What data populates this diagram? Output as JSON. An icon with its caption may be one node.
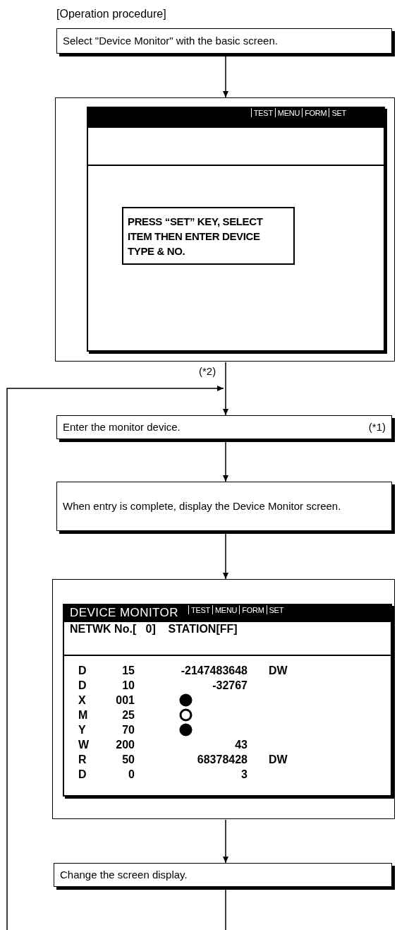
{
  "diagram": {
    "title": "[Operation procedure]",
    "nodes": [
      {
        "text": [
          "Select \"Device Monitor\" with the basic screen."
        ]
      },
      {
        "text": [],
        "shape": "box"
      },
      {
        "text": [
          "TEST",
          "MENU",
          "FORM",
          "SET"
        ],
        "in": 1
      },
      {
        "text": [
          "PRESS “SET” KEY, SELECT ITEM THEN ENTER DEVICE TYPE & NO."
        ],
        "in": 2
      },
      {
        "text": [
          "Enter the monitor device.",
          "(*1)"
        ]
      },
      {
        "text": [
          "When entry is complete, display the Device Monitor screen."
        ]
      },
      {
        "text": [],
        "shape": "box"
      },
      {
        "text": [
          "DEVICE MONITOR",
          "TEST",
          "MENU",
          "FORM",
          "SET",
          "NETWK No.[   0]    STATION[FF]"
        ],
        "in": 6
      },
      {
        "text": [
          "Change the screen display."
        ]
      }
    ],
    "edges": [
      {
        "from": 0,
        "to": 1,
        "arrow": "to"
      },
      {
        "from": 1,
        "to": 4,
        "arrow": "to",
        "label": "(*2)"
      },
      {
        "from": null,
        "to": 4,
        "arrow": "to"
      },
      {
        "from": 4,
        "to": 5,
        "arrow": "to"
      },
      {
        "from": 5,
        "to": 6,
        "arrow": "to"
      },
      {
        "from": 6,
        "to": 8,
        "arrow": "to"
      },
      {
        "from": 8,
        "to": null,
        "arrow": "none"
      }
    ],
    "labels": [
      "D",
      "15",
      "-2147483648",
      "DW",
      "D",
      "10",
      "-32767",
      "X",
      "001",
      "M",
      "25",
      "Y",
      "70",
      "W",
      "200",
      "43",
      "R",
      "50",
      "68378428",
      "DW",
      "D",
      "0",
      "3"
    ]
  }
}
